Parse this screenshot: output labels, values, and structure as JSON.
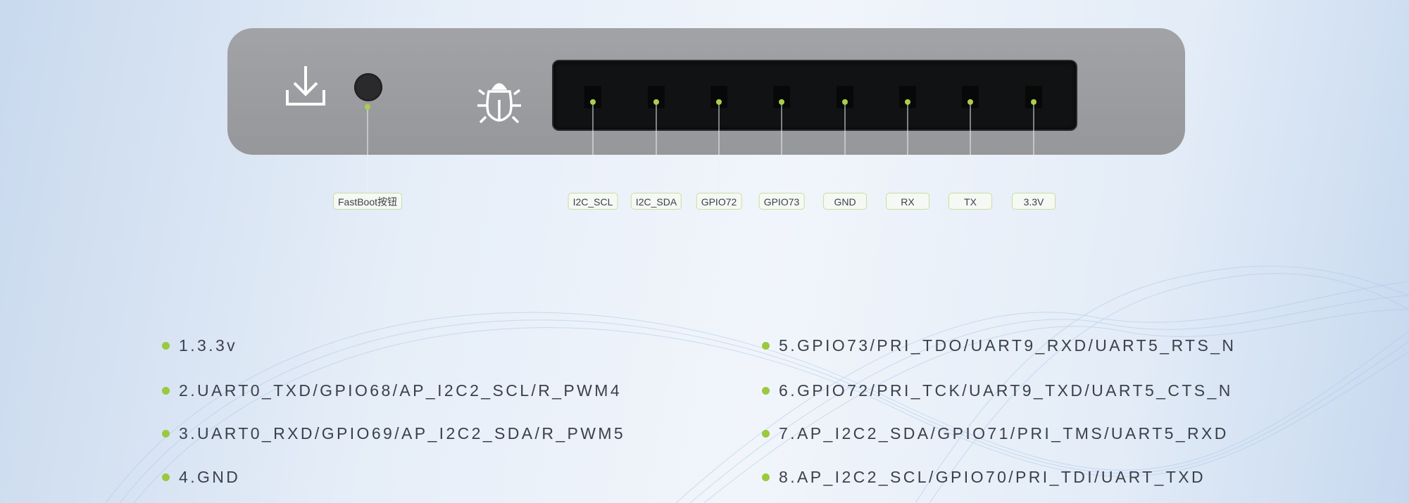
{
  "panel": {
    "icons": [
      "download-icon",
      "fastboot-button",
      "bug-icon"
    ],
    "fastboot_label": "FastBoot按钮",
    "pins": [
      "I2C_SCL",
      "I2C_SDA",
      "GPIO72",
      "GPIO73",
      "GND",
      "RX",
      "TX",
      "3.3V"
    ]
  },
  "pinout_left": [
    "1.3.3v",
    "2.UART0_TXD/GPIO68/AP_I2C2_SCL/R_PWM4",
    "3.UART0_RXD/GPIO69/AP_I2C2_SDA/R_PWM5",
    "4.GND"
  ],
  "pinout_right": [
    "5.GPIO73/PRI_TDO/UART9_RXD/UART5_RTS_N",
    "6.GPIO72/PRI_TCK/UART9_TXD/UART5_CTS_N",
    "7.AP_I2C2_SDA/GPIO71/PRI_TMS/UART5_RXD",
    "8.AP_I2C2_SCL/GPIO70/PRI_TDI/UART_TXD"
  ],
  "colors": {
    "accent": "#9ac93e",
    "panel": "#9c9da0",
    "connector": "#111214"
  }
}
